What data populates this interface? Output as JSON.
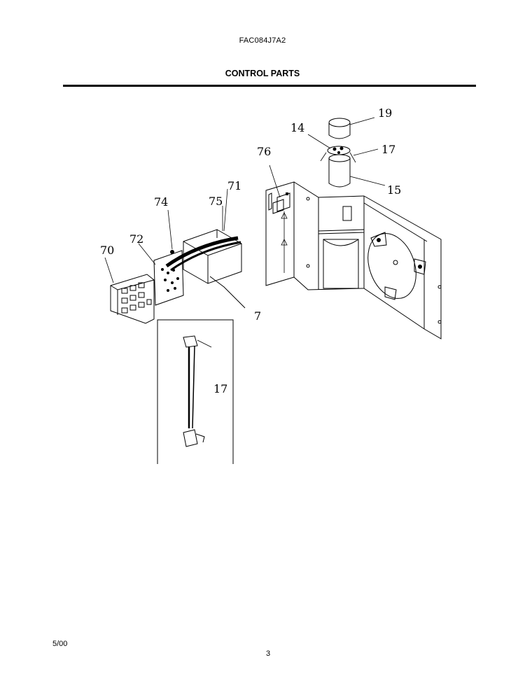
{
  "header": {
    "model_number": "FAC084J7A2",
    "section_title": "CONTROL PARTS"
  },
  "callouts": [
    "19",
    "14",
    "17",
    "76",
    "15",
    "71",
    "74",
    "75",
    "72",
    "70",
    "7",
    "17"
  ],
  "footer": {
    "date": "5/00",
    "page_number": "3"
  }
}
